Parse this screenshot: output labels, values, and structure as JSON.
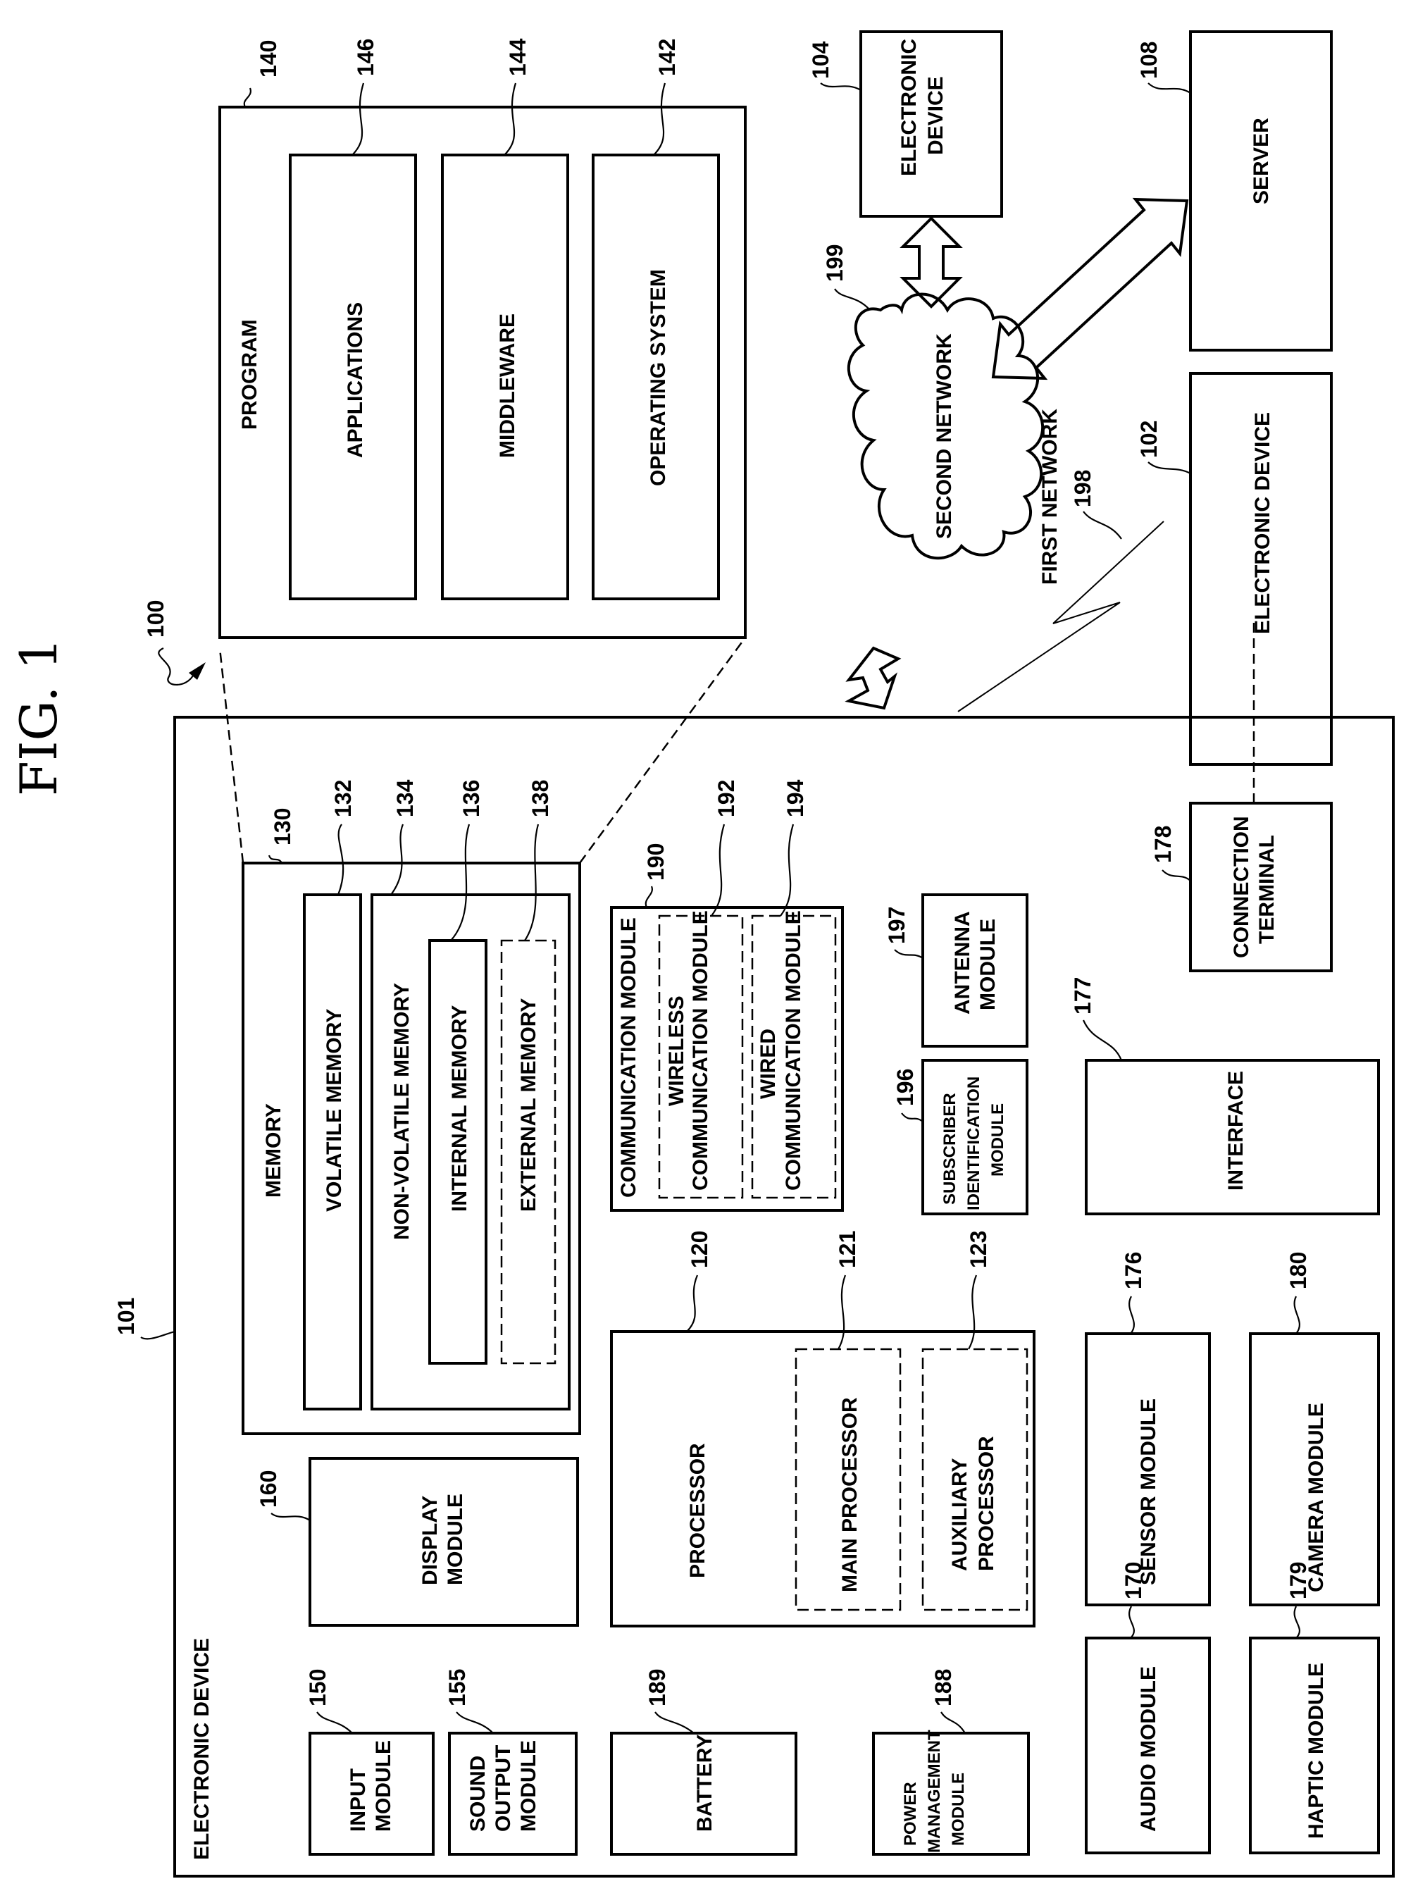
{
  "figure_title": "FIG. 1",
  "refs": {
    "system": "100",
    "device": "101",
    "ext_device_102": "102",
    "ext_device_104": "104",
    "server": "108",
    "processor": "120",
    "main_processor": "121",
    "aux_processor": "123",
    "memory": "130",
    "volatile": "132",
    "nonvolatile": "134",
    "internal": "136",
    "external": "138",
    "program": "140",
    "os": "142",
    "middleware": "144",
    "applications": "146",
    "input": "150",
    "sound": "155",
    "display": "160",
    "audio": "170",
    "sensor": "176",
    "interface": "177",
    "terminal": "178",
    "haptic": "179",
    "camera": "180",
    "power": "188",
    "battery": "189",
    "comm": "190",
    "wireless": "192",
    "wired": "194",
    "sim": "196",
    "antenna": "197",
    "first_network": "198",
    "second_network": "199"
  },
  "labels": {
    "device": "ELECTRONIC DEVICE",
    "memory": "MEMORY",
    "volatile": "VOLATILE MEMORY",
    "nonvolatile": "NON-VOLATILE MEMORY",
    "internal": "INTERNAL MEMORY",
    "external": "EXTERNAL MEMORY",
    "program": "PROGRAM",
    "applications": "APPLICATIONS",
    "middleware": "MIDDLEWARE",
    "os": "OPERATING SYSTEM",
    "comm": "COMMUNICATION MODULE",
    "wireless_1": "WIRELESS",
    "wireless_2": "COMMUNICATION MODULE",
    "wired_1": "WIRED",
    "wired_2": "COMMUNICATION MODULE",
    "antenna_1": "ANTENNA",
    "antenna_2": "MODULE",
    "sim_1": "SUBSCRIBER",
    "sim_2": "IDENTIFICATION",
    "sim_3": "MODULE",
    "interface": "INTERFACE",
    "terminal_1": "CONNECTION",
    "terminal_2": "TERMINAL",
    "processor": "PROCESSOR",
    "main_processor": "MAIN PROCESSOR",
    "aux_1": "AUXILIARY",
    "aux_2": "PROCESSOR",
    "display_1": "DISPLAY",
    "display_2": "MODULE",
    "input_1": "INPUT",
    "input_2": "MODULE",
    "sound_1": "SOUND",
    "sound_2": "OUTPUT",
    "sound_3": "MODULE",
    "battery": "BATTERY",
    "power_1": "POWER",
    "power_2": "MANAGEMENT",
    "power_3": "MODULE",
    "sensor": "SENSOR MODULE",
    "camera": "CAMERA MODULE",
    "audio": "AUDIO MODULE",
    "haptic": "HAPTIC MODULE",
    "ext_device_1": "ELECTRONIC",
    "ext_device_2": "DEVICE",
    "ext_device_102": "ELECTRONIC DEVICE",
    "server": "SERVER",
    "second_network": "SECOND NETWORK",
    "first_network": "FIRST NETWORK"
  }
}
